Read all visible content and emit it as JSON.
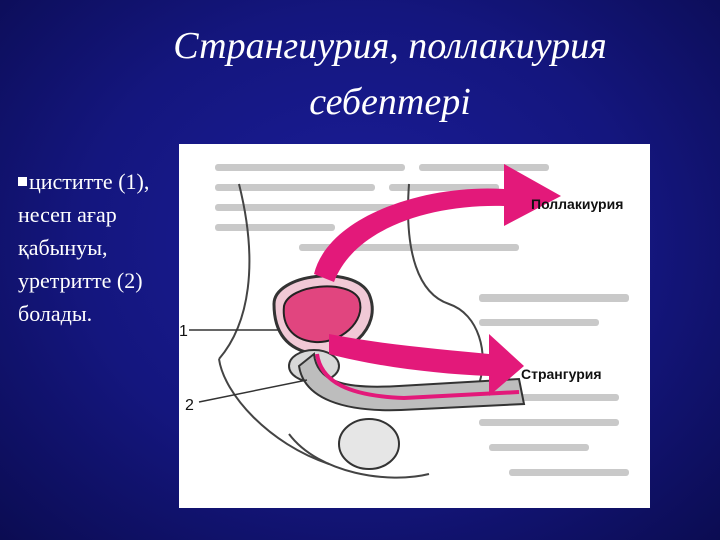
{
  "slide": {
    "title_line1": "Странгиурия, поллакиурия",
    "title_line2": "себептері",
    "body_text": "циститте (1), несеп ағар қабынуы, уретритте (2) болады."
  },
  "figure": {
    "label_pollakiuria": "Поллакиурия",
    "label_stranguria": "Странгурия",
    "marker_1": "1",
    "marker_2": "2",
    "arrow_color": "#e3197a"
  }
}
